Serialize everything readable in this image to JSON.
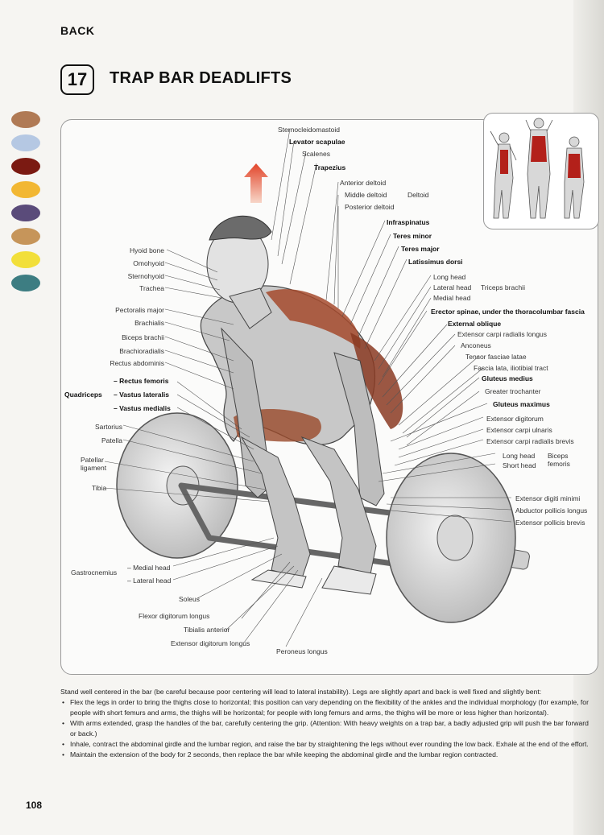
{
  "header": {
    "section": "BACK",
    "exercise_number": "17",
    "title": "TRAP BAR DEADLIFTS"
  },
  "color_key": [
    "#b07a55",
    "#b5c8e3",
    "#7b1a12",
    "#f2b733",
    "#5a4b7a",
    "#c6955a",
    "#f2df3a",
    "#3d7d82"
  ],
  "labels": {
    "sternocleidomastoid": "Sternocleidomastoid",
    "levator": "Levator scapulae",
    "scalenes": "Scalenes",
    "trapezius": "Trapezius",
    "ant_deltoid": "Anterior deltoid",
    "mid_deltoid": "Middle deltoid",
    "post_deltoid": "Posterior deltoid",
    "deltoid": "Deltoid",
    "infraspinatus": "Infraspinatus",
    "teres_minor": "Teres minor",
    "teres_major": "Teres major",
    "latissimus": "Latissimus dorsi",
    "long_head": "Long head",
    "lateral_head": "Lateral head",
    "medial_head": "Medial head",
    "triceps": "Triceps brachii",
    "erector": "Erector spinae, under the thoracolumbar fascia",
    "ext_oblique": "External oblique",
    "ecrl": "Extensor carpi radialis longus",
    "anconeus": "Anconeus",
    "tfl": "Tensor fasciae latae",
    "it_tract": "Fascia lata, iliotibial tract",
    "glut_med": "Gluteus medius",
    "greater_troch": "Greater trochanter",
    "glut_max": "Gluteus maximus",
    "ext_digitorum": "Extensor digitorum",
    "ecu": "Extensor carpi ulnaris",
    "ecrb": "Extensor carpi radialis brevis",
    "bf_long": "Long head",
    "bf_short": "Short head",
    "biceps_femoris": "Biceps femoris",
    "edm": "Extensor digiti minimi",
    "apl": "Abductor pollicis longus",
    "epb": "Extensor pollicis brevis",
    "hyoid": "Hyoid bone",
    "omohyoid": "Omohyoid",
    "sternohyoid": "Sternohyoid",
    "trachea": "Trachea",
    "pec_major": "Pectoralis major",
    "brachialis": "Brachialis",
    "biceps_brachii": "Biceps brachii",
    "brachioradialis": "Brachioradialis",
    "rectus_abd": "Rectus abdominis",
    "rect_fem": "– Rectus femoris",
    "vast_lat": "– Vastus lateralis",
    "vast_med": "– Vastus medialis",
    "quadriceps": "Quadriceps",
    "sartorius": "Sartorius",
    "patella": "Patella",
    "patellar_lig": "Patellar ligament",
    "tibia": "Tibia",
    "gastro": "Gastrocnemius",
    "gastro_med": "– Medial head",
    "gastro_lat": "– Lateral head",
    "soleus": "Soleus",
    "fdl": "Flexor digitorum longus",
    "tib_ant": "Tibialis anterior",
    "edl": "Extensor digitorum longus",
    "peroneus": "Peroneus longus"
  },
  "instructions": {
    "intro": "Stand well centered in the bar (be careful because poor centering will lead to lateral instability). Legs are slightly apart and back is well fixed and slightly bent:",
    "steps": [
      "Flex the legs in order to bring the thighs close to horizontal; this position can vary depending on the flexibility of the ankles and the individual morphology (for example, for people with short femurs and arms, the thighs will be horizontal; for people with long femurs and arms, the thighs will be more or less higher than horizontal).",
      "With arms extended, grasp the handles of the bar, carefully centering the grip. (Attention: With heavy weights on a trap bar, a badly adjusted grip will push the bar forward or back.)",
      "Inhale, contract the abdominal girdle and the lumbar region, and raise the bar by straightening the legs without ever rounding the low back. Exhale at the end of the effort.",
      "Maintain the extension of the body for 2 seconds, then replace the bar while keeping the abdominal girdle and the lumbar region contracted."
    ]
  },
  "page_number": "108"
}
